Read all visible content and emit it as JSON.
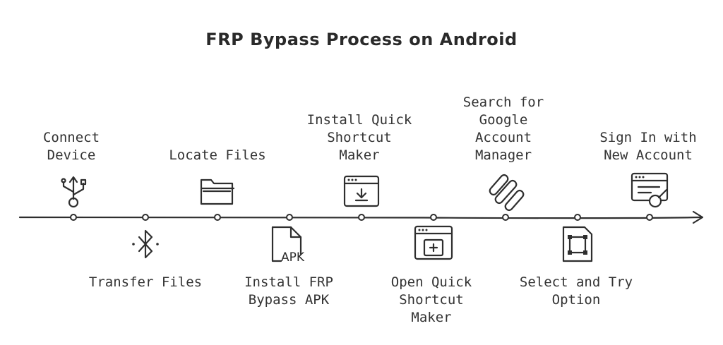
{
  "title": "FRP Bypass Process on Android",
  "steps": [
    {
      "label": "Connect\nDevice",
      "icon": "usb-icon"
    },
    {
      "label": "Transfer Files",
      "icon": "bluetooth-icon"
    },
    {
      "label": "Locate Files",
      "icon": "folder-icon"
    },
    {
      "label": "Install FRP\nBypass APK",
      "icon": "apk-file-icon",
      "icon_text": "APK"
    },
    {
      "label": "Install Quick\nShortcut\nMaker",
      "icon": "download-window-icon"
    },
    {
      "label": "Open Quick\nShortcut\nMaker",
      "icon": "add-window-icon"
    },
    {
      "label": "Search for\nGoogle\nAccount\nManager",
      "icon": "links-icon"
    },
    {
      "label": "Select and Try\nOption",
      "icon": "select-frame-icon"
    },
    {
      "label": "Sign In with\nNew Account",
      "icon": "signin-window-icon"
    }
  ]
}
